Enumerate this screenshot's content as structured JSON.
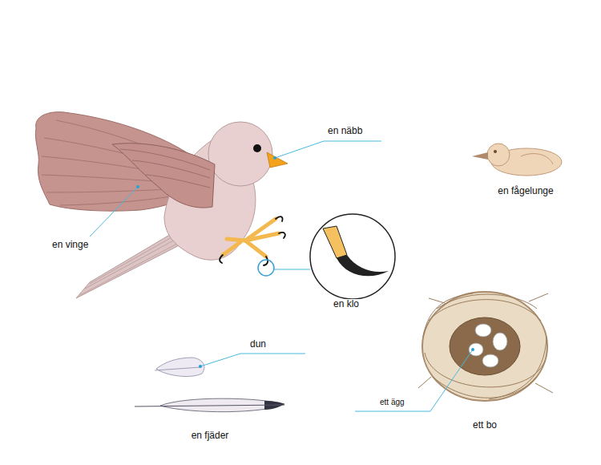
{
  "diagram": {
    "labels": [
      "en näbb",
      "en fågelunge",
      "en vinge",
      "en klo",
      "dun",
      "en fjäder",
      "ett ägg",
      "ett bo"
    ]
  }
}
